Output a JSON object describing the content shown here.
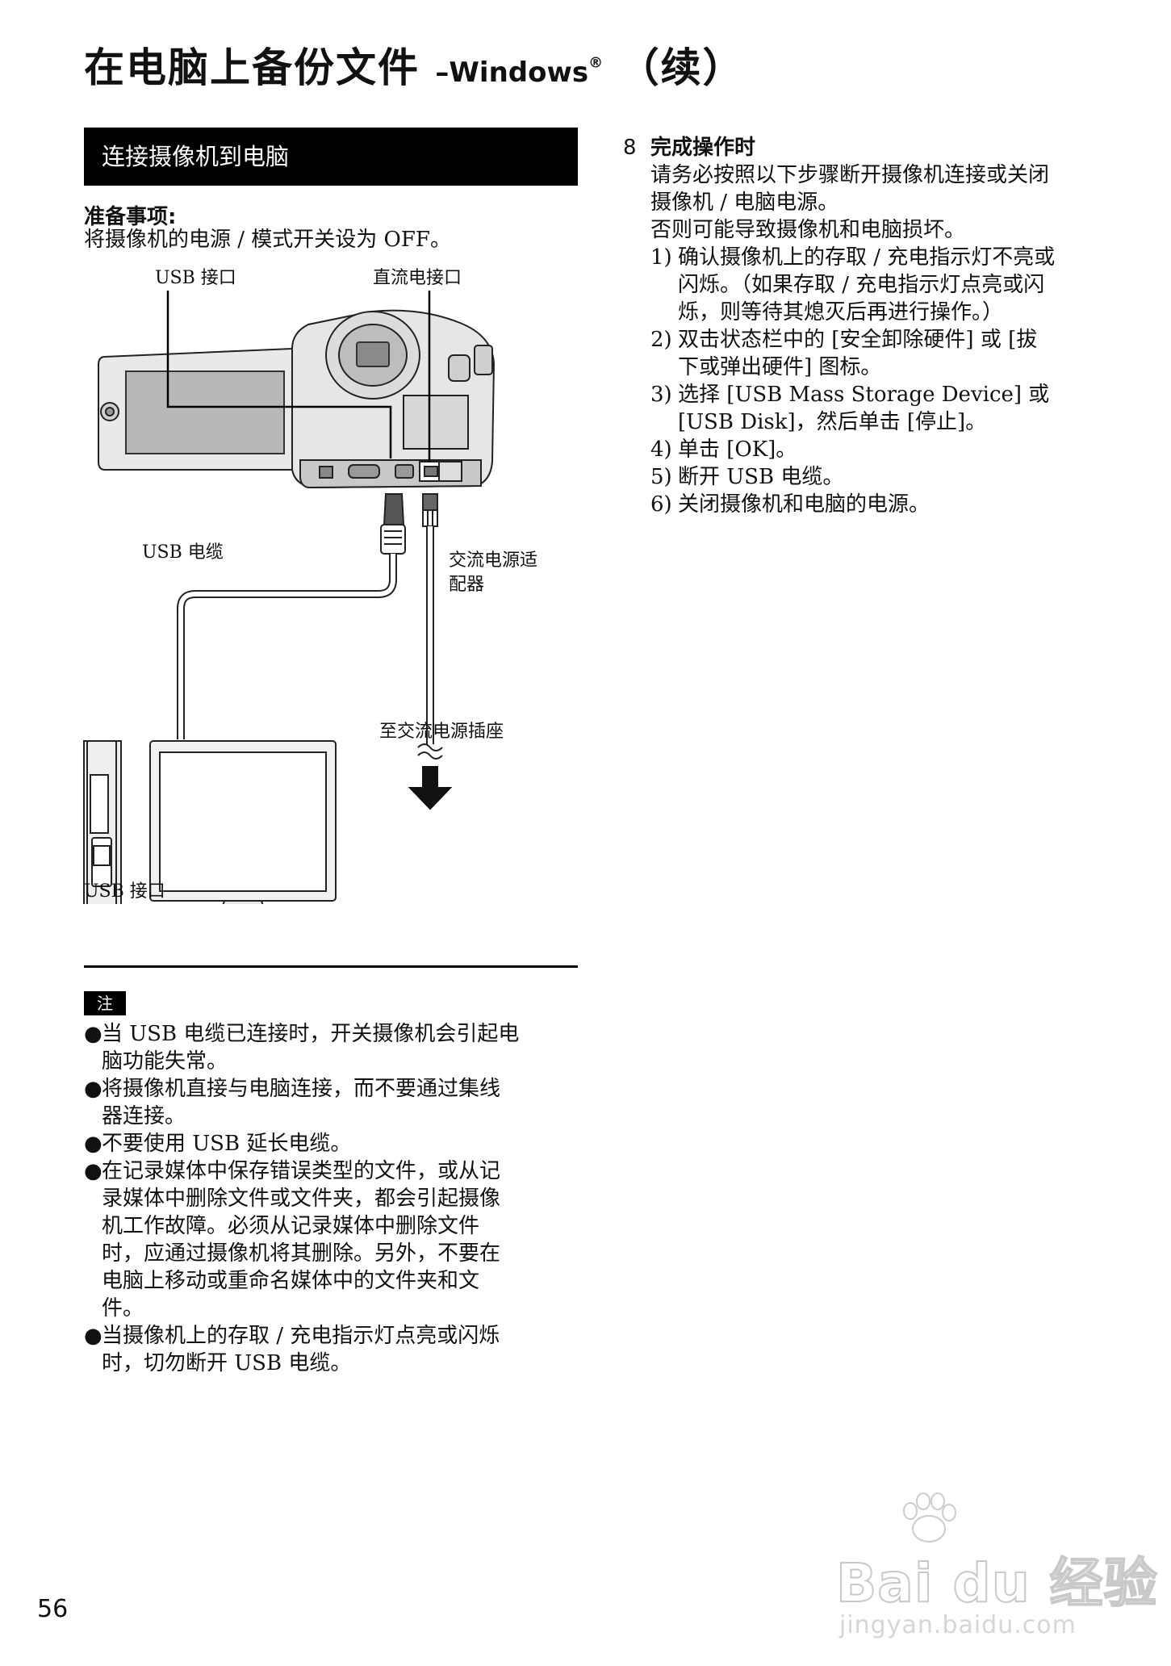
{
  "header": {
    "title_main": "在电脑上备份文件",
    "title_dash": "–",
    "title_os": "Windows",
    "title_reg": "®",
    "title_cont": "（续）"
  },
  "section": {
    "title": "连接摄像机到电脑",
    "prep_heading": "准备事项:",
    "prep_text": "将摄像机的电源 / 模式开关设为 OFF。"
  },
  "diagram": {
    "label_usb_port_top": "USB 接口",
    "label_dc_port": "直流电接口",
    "label_usb_cable": "USB 电缆",
    "label_ac_adapter_line1": "交流电源适",
    "label_ac_adapter_line2": "配器",
    "label_outlet": "至交流电源插座",
    "label_usb_port_bottom": "USB 接口"
  },
  "notes": {
    "tag": "注",
    "bullet": "●",
    "items": [
      {
        "lines": [
          "当 USB 电缆已连接时，开关摄像机会引起电",
          "脑功能失常。"
        ]
      },
      {
        "lines": [
          "将摄像机直接与电脑连接，而不要通过集线",
          "器连接。"
        ]
      },
      {
        "lines": [
          "不要使用 USB 延长电缆。"
        ]
      },
      {
        "lines": [
          "在记录媒体中保存错误类型的文件，或从记",
          "录媒体中删除文件或文件夹，都会引起摄像",
          "机工作故障。必须从记录媒体中删除文件",
          "时，应通过摄像机将其删除。另外，不要在",
          "电脑上移动或重命名媒体中的文件夹和文",
          "件。"
        ]
      },
      {
        "lines": [
          "当摄像机上的存取 / 充电指示灯点亮或闪烁",
          "时，切勿断开 USB 电缆。"
        ]
      }
    ]
  },
  "step8": {
    "number": "8",
    "title": "完成操作时",
    "intro_lines": [
      "请务必按照以下步骤断开摄像机连接或关闭",
      "摄像机 / 电脑电源。",
      "否则可能导致摄像机和电脑损坏。"
    ],
    "substeps": [
      {
        "num": "1)",
        "lines": [
          "确认摄像机上的存取 / 充电指示灯不亮或",
          "闪烁。（如果存取 / 充电指示灯点亮或闪",
          "烁，则等待其熄灭后再进行操作。）"
        ]
      },
      {
        "num": "2)",
        "lines": [
          "双击状态栏中的 [安全卸除硬件] 或 [拔",
          "下或弹出硬件] 图标。"
        ]
      },
      {
        "num": "3)",
        "lines": [
          "选择 [USB Mass Storage Device] 或",
          "[USB Disk]，然后单击 [停止]。"
        ]
      },
      {
        "num": "4)",
        "lines": [
          "单击 [OK]。"
        ]
      },
      {
        "num": "5)",
        "lines": [
          "断开 USB 电缆。"
        ]
      },
      {
        "num": "6)",
        "lines": [
          "关闭摄像机和电脑的电源。"
        ]
      }
    ]
  },
  "footer": {
    "page_number": "56"
  },
  "watermark": {
    "main": "Bai du 经验",
    "sub": "jingyan.baidu.com"
  }
}
